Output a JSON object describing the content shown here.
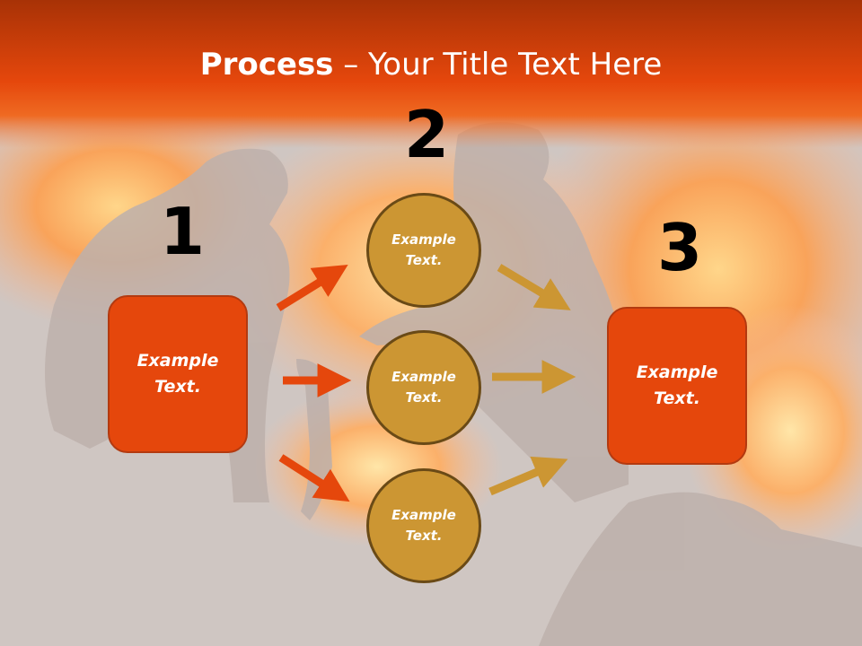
{
  "slide": {
    "title_bold": "Process",
    "title_rest": " – Your Title Text Here",
    "numbers": [
      "1",
      "2",
      "3"
    ],
    "left_box": "Example Text.",
    "right_box": "Example Text.",
    "circles": [
      "Example Text.",
      "Example Text.",
      "Example Text."
    ]
  },
  "colors": {
    "header": "#e5470c",
    "box_fill": "#e5470c",
    "circle_fill": "#cc9633",
    "arrow_left": "#e5470c",
    "arrow_right": "#cc9633"
  }
}
